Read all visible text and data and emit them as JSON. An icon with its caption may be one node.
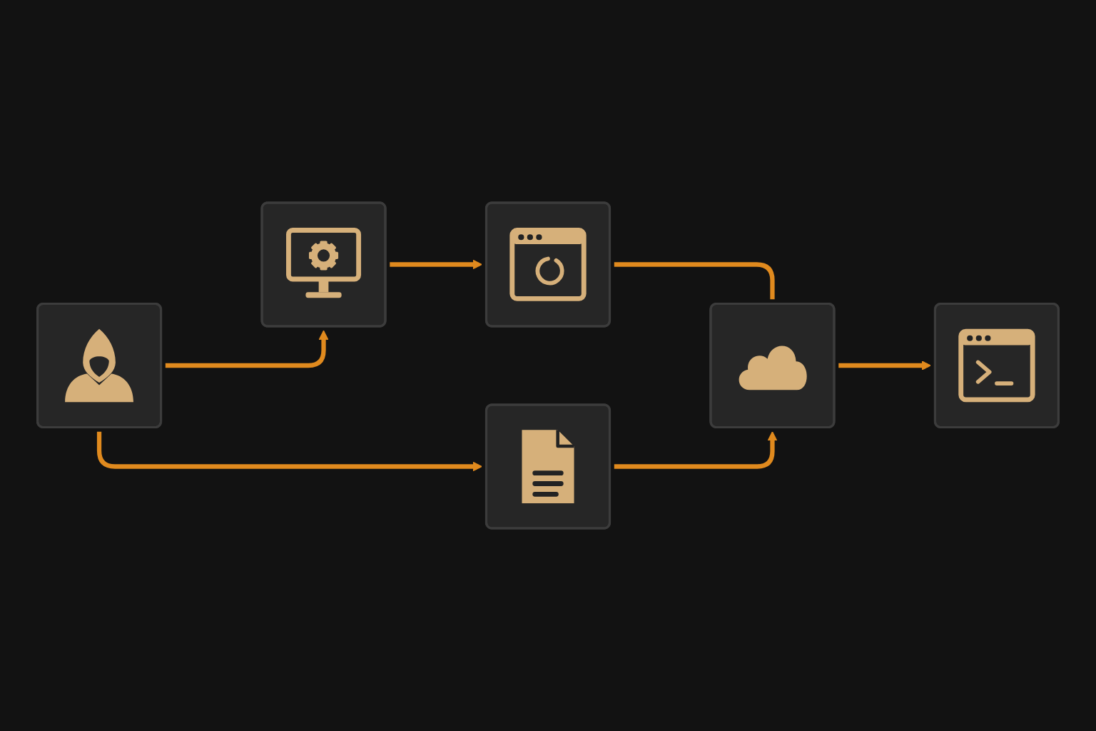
{
  "diagram": {
    "nodes": [
      {
        "text": [],
        "shape": "picture"
      },
      {
        "text": [],
        "shape": "picture"
      },
      {
        "text": [],
        "shape": "picture"
      },
      {
        "text": [],
        "shape": "picture"
      },
      {
        "text": [],
        "shape": "picture"
      },
      {
        "text": [],
        "shape": "picture"
      }
    ],
    "edges": [
      {
        "from": 0,
        "to": 1,
        "arrow": "to"
      },
      {
        "from": 1,
        "to": 2,
        "arrow": "to"
      },
      {
        "from": 0,
        "to": 3,
        "arrow": "to"
      },
      {
        "from": 2,
        "to": 4,
        "arrow": "none"
      },
      {
        "from": 3,
        "to": 4,
        "arrow": "to"
      },
      {
        "from": 4,
        "to": 5,
        "arrow": "to"
      }
    ]
  }
}
